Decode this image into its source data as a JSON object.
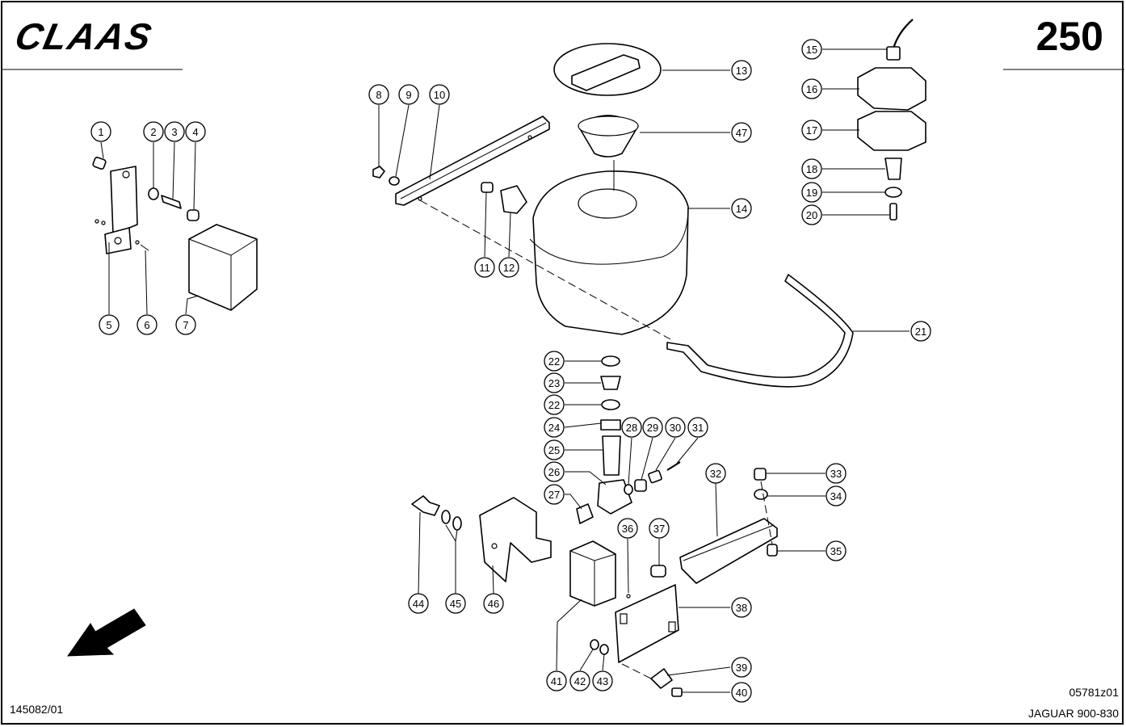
{
  "header": {
    "brand": "CLAAS",
    "page_number": "250"
  },
  "footer": {
    "document_number": "145082/01",
    "drawing_number": "05781z01",
    "model": "JAGUAR 900-830"
  },
  "icons": {
    "direction_arrow": "arrow-down-left-icon"
  },
  "callouts": [
    {
      "label": "1"
    },
    {
      "label": "2"
    },
    {
      "label": "3"
    },
    {
      "label": "4"
    },
    {
      "label": "5"
    },
    {
      "label": "6"
    },
    {
      "label": "7"
    },
    {
      "label": "8"
    },
    {
      "label": "9"
    },
    {
      "label": "10"
    },
    {
      "label": "11"
    },
    {
      "label": "12"
    },
    {
      "label": "13"
    },
    {
      "label": "47"
    },
    {
      "label": "14"
    },
    {
      "label": "15"
    },
    {
      "label": "16"
    },
    {
      "label": "17"
    },
    {
      "label": "18"
    },
    {
      "label": "19"
    },
    {
      "label": "20"
    },
    {
      "label": "21"
    },
    {
      "label": "22"
    },
    {
      "label": "23"
    },
    {
      "label": "22"
    },
    {
      "label": "24"
    },
    {
      "label": "25"
    },
    {
      "label": "26"
    },
    {
      "label": "27"
    },
    {
      "label": "28"
    },
    {
      "label": "29"
    },
    {
      "label": "30"
    },
    {
      "label": "31"
    },
    {
      "label": "32"
    },
    {
      "label": "33"
    },
    {
      "label": "34"
    },
    {
      "label": "35"
    },
    {
      "label": "36"
    },
    {
      "label": "37"
    },
    {
      "label": "38"
    },
    {
      "label": "39"
    },
    {
      "label": "40"
    },
    {
      "label": "41"
    },
    {
      "label": "42"
    },
    {
      "label": "43"
    },
    {
      "label": "44"
    },
    {
      "label": "45"
    },
    {
      "label": "46"
    }
  ]
}
